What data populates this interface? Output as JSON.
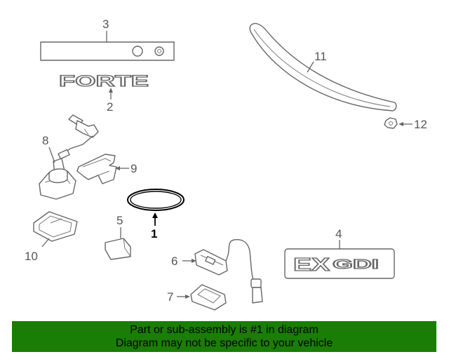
{
  "callouts": {
    "c1": "1",
    "c2": "2",
    "c3": "3",
    "c4": "4",
    "c5": "5",
    "c6": "6",
    "c7": "7",
    "c8": "8",
    "c9": "9",
    "c10": "10",
    "c11": "11",
    "c12": "12"
  },
  "emblems": {
    "forte": "FORTE",
    "ex": "EX",
    "gdi": "GDI"
  },
  "banner": {
    "line1": "Part or sub-assembly is #1 in diagram",
    "line2": "Diagram may not be specific to your vehicle",
    "color": "#1a7d05"
  }
}
